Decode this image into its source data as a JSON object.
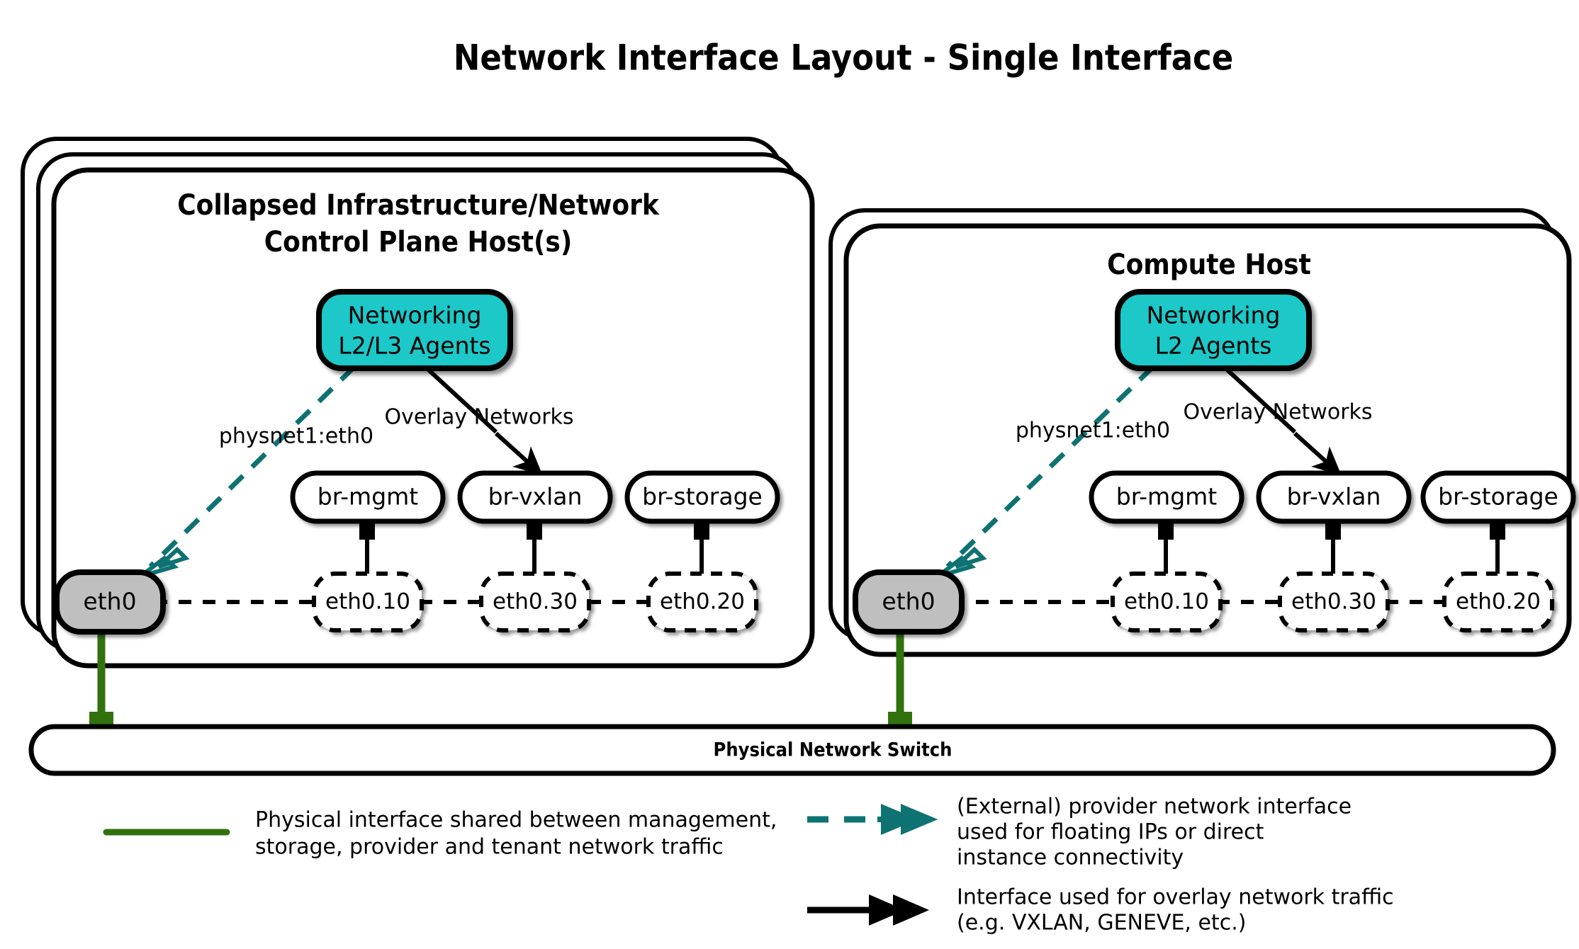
{
  "title": "Network Interface Layout - Single Interface",
  "hosts": [
    {
      "id": "control-plane-host",
      "title_line1": "Collapsed Infrastructure/Network",
      "title_line2": "Control Plane Host(s)",
      "agents_line1": "Networking",
      "agents_line2": "L2/L3 Agents",
      "provider_label": "physnet1:eth0",
      "overlay_label": "Overlay Networks",
      "nic": "eth0",
      "bridges": [
        "br-mgmt",
        "br-vxlan",
        "br-storage"
      ],
      "vlans": [
        "eth0.10",
        "eth0.30",
        "eth0.20"
      ]
    },
    {
      "id": "compute-host",
      "title_line1": "Compute Host",
      "title_line2": "",
      "agents_line1": "Networking",
      "agents_line2": "L2 Agents",
      "provider_label": "physnet1:eth0",
      "overlay_label": "Overlay Networks",
      "nic": "eth0",
      "bridges": [
        "br-mgmt",
        "br-vxlan",
        "br-storage"
      ],
      "vlans": [
        "eth0.10",
        "eth0.30",
        "eth0.20"
      ]
    }
  ],
  "switch": {
    "label": "Physical Network Switch"
  },
  "legend": [
    {
      "id": "physical-interface",
      "style": "solid-green-line",
      "lines": [
        "Physical interface shared between management,",
        "storage, provider and tenant network traffic"
      ]
    },
    {
      "id": "provider-network-interface",
      "style": "dashed-teal-double-arrow",
      "lines": [
        "(External) provider network interface",
        "used for floating IPs or direct",
        "instance connectivity"
      ]
    },
    {
      "id": "overlay-network-interface",
      "style": "solid-black-arrow",
      "lines": [
        "Interface used for overlay network traffic",
        "(e.g. VXLAN, GENEVE, etc.)"
      ]
    }
  ],
  "colors": {
    "agents_fill": "#1EC8C8",
    "nic_fill": "#BFBFBF",
    "provider_line": "#0E7273",
    "physical_line": "#31720F",
    "stroke": "#000000",
    "background": "#FFFFFF"
  }
}
